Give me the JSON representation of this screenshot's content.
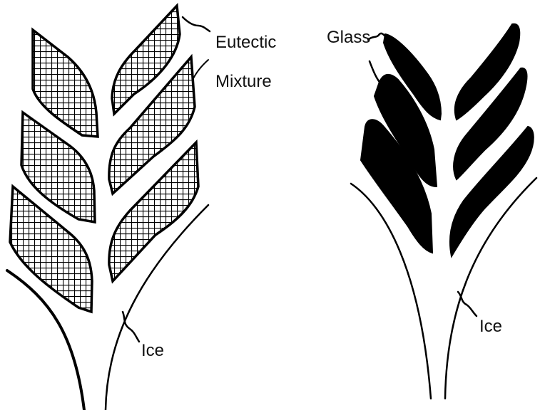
{
  "left_panel": {
    "label_eutectic_line1": "Eutectic",
    "label_eutectic_line2": "Mixture",
    "label_ice": "Ice"
  },
  "right_panel": {
    "label_glass": "Glass",
    "label_ice": "Ice"
  },
  "colors": {
    "ink": "#000000",
    "background": "#ffffff",
    "hatch": "#000000"
  }
}
